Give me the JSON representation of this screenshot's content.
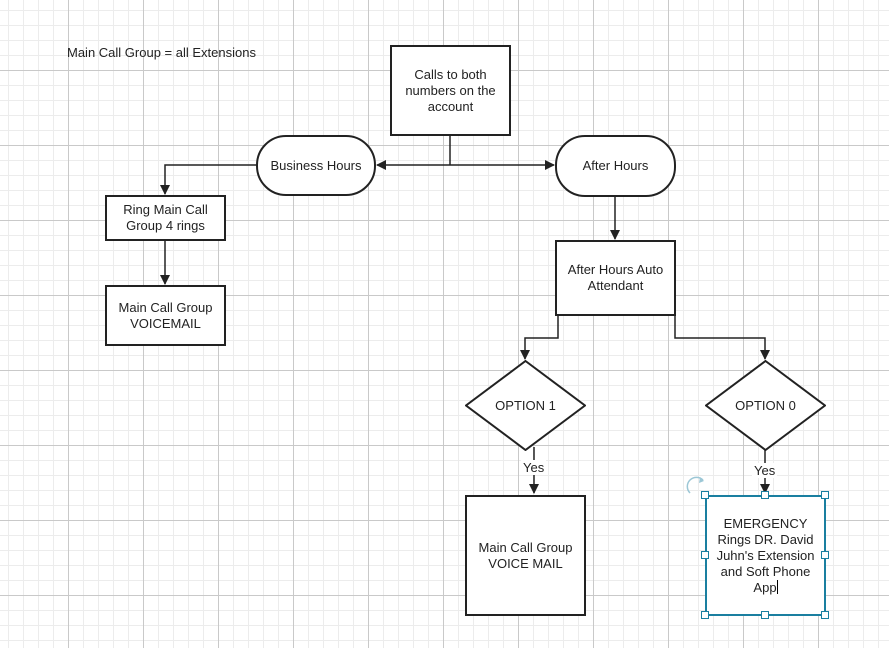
{
  "note": "Main Call Group = all Extensions",
  "nodes": {
    "calls": "Calls to both numbers on the account",
    "business_hours": "Business Hours",
    "after_hours": "After Hours",
    "ring_main": "Ring Main Call Group 4 rings",
    "main_voicemail": "Main Call Group VOICEMAIL",
    "auto_attendant": "After Hours Auto Attendant",
    "option1": "OPTION 1",
    "option0": "OPTION 0",
    "voice_mail": "Main Call Group VOICE MAIL",
    "emergency": "EMERGENCY Rings DR. David Juhn's Extension and Soft Phone App"
  },
  "edge_labels": {
    "option1_yes": "Yes",
    "option0_yes": "Yes"
  },
  "colors": {
    "line": "#222222",
    "selection": "#1a7fa0",
    "grid": "#c9c9c9"
  }
}
